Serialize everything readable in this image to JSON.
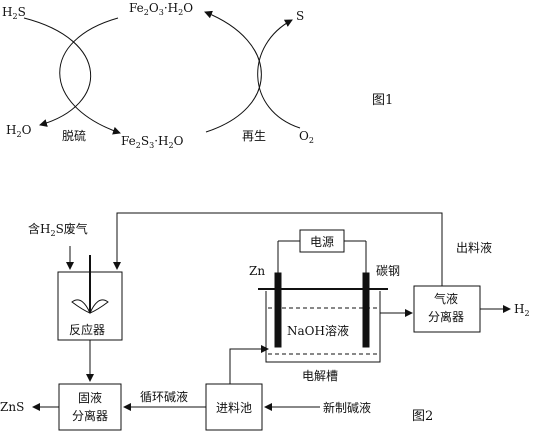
{
  "fig1": {
    "h2s": "H",
    "h2s_sub": "2",
    "h2s_tail": "S",
    "fe2o3_a": "Fe",
    "fe2o3_sub1": "2",
    "fe2o3_b": "O",
    "fe2o3_sub2": "3",
    "fe2o3_c": "·H",
    "fe2o3_sub3": "2",
    "fe2o3_d": "O",
    "s": "S",
    "h2o_a": "H",
    "h2o_sub": "2",
    "h2o_b": "O",
    "desulfurize": "脱硫",
    "fe2s3_a": "Fe",
    "fe2s3_sub1": "2",
    "fe2s3_b": "S",
    "fe2s3_sub2": "3",
    "fe2s3_c": "·H",
    "fe2s3_sub3": "2",
    "fe2s3_d": "O",
    "regenerate": "再生",
    "o2_a": "O",
    "o2_sub": "2",
    "caption": "图1"
  },
  "fig2": {
    "waste_gas_a": "含H",
    "waste_gas_sub": "2",
    "waste_gas_b": "S废气",
    "reactor": "反应器",
    "sep_top": "固液",
    "sep_bottom": "分离器",
    "zns": "ZnS",
    "recycle": "循环碱液",
    "feed_pool": "进料池",
    "fresh_alkali": "新制碱液",
    "power": "电源",
    "zn": "Zn",
    "carbon_steel": "碳钢",
    "naoh": "NaOH溶液",
    "cell": "电解槽",
    "outlet": "出料液",
    "gl_top": "气液",
    "gl_bottom": "分离器",
    "h2_a": "H",
    "h2_sub": "2",
    "caption": "图2"
  }
}
